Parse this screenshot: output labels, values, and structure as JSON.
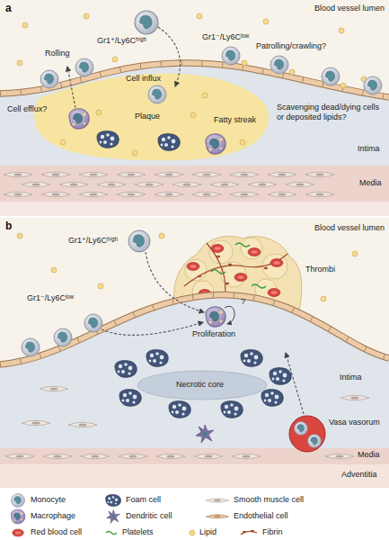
{
  "diagram": {
    "labels": [
      "a",
      "Blood vessel lumen",
      "Gr1⁺/Ly6Cʰⁱᵍʰ",
      "Rolling",
      "Gr1⁻/Ly6Cˡᵒʷ",
      "Patrolling/crawling?",
      "Cell influx",
      "Scavenging dead/dying cells or deposited lipids?",
      "Plaque",
      "Fatty streak",
      "Cell efflux?",
      "Intima",
      "Media",
      "b",
      "Blood vessel lumen",
      "Gr1⁺/Ly6Cʰⁱᵍʰ",
      "Gr1⁻/Ly6Cˡᵒʷ",
      "Thrombi",
      "?",
      "Proliferation",
      "Necrotic core",
      "Intima",
      "Vasa vasorum",
      "Media",
      "Adventitia"
    ],
    "legend": [
      {
        "text": "Monocyte"
      },
      {
        "text": "Foam cell"
      },
      {
        "text": "Smooth muscle cell"
      },
      {
        "text": "Macrophage"
      },
      {
        "text": "Dendritic cell"
      },
      {
        "text": "Endothelial cell"
      },
      {
        "text": "Red blood cell"
      },
      {
        "text": "Platelets"
      },
      {
        "text": "Lipid"
      },
      {
        "text": "Fibrin"
      }
    ]
  }
}
